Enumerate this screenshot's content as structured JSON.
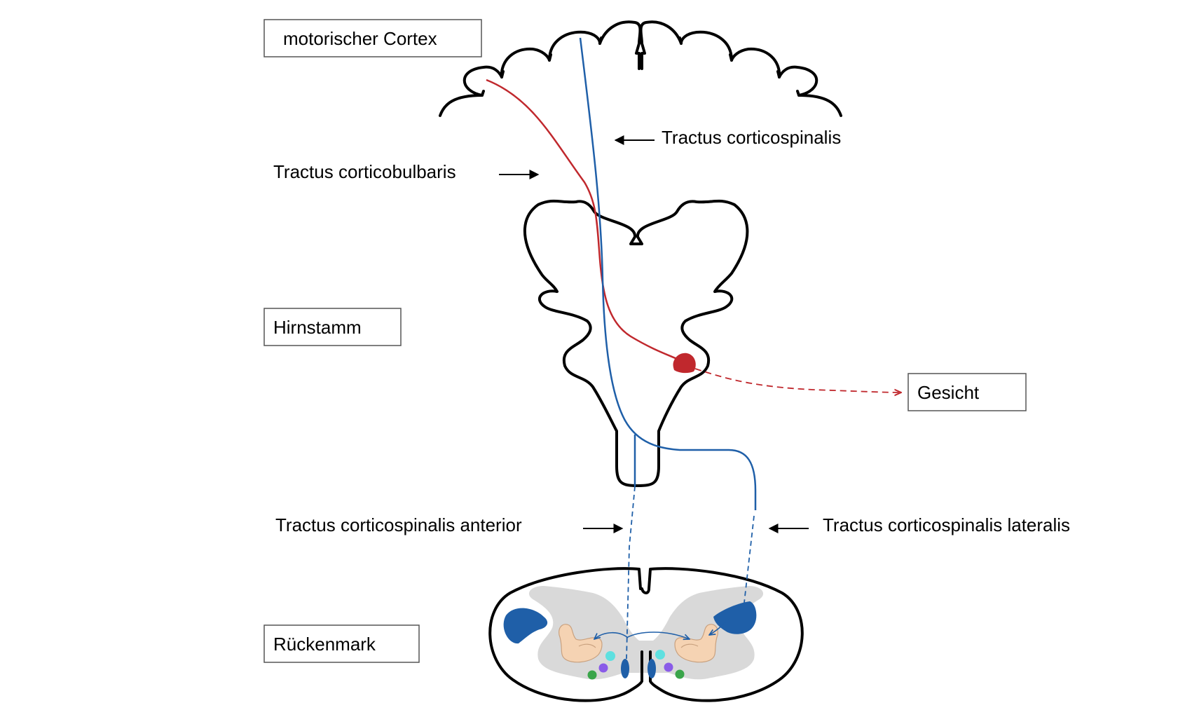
{
  "labels": {
    "motor_cortex": "motorischer Cortex",
    "brainstem": "Hirnstamm",
    "spinal_cord": "Rückenmark",
    "face": "Gesicht",
    "corticospinal": "Tractus corticospinalis",
    "corticobulbar": "Tractus corticobulbaris",
    "anterior": "Tractus corticospinalis anterior",
    "lateral": "Tractus corticospinalis lateralis"
  },
  "icons": {
    "muscle_left": "flexed-biceps-icon",
    "muscle_right": "flexed-biceps-icon"
  },
  "colors": {
    "corticospinal_tract": "#1f5fa8",
    "corticobulbar_tract": "#c0282d",
    "grey_matter": "#d9d9d9",
    "nucleus_cyan": "#5ee0e0",
    "nucleus_purple": "#8a5be8",
    "nucleus_green": "#3aa54a",
    "muscle_skin": "#f5d3b3"
  }
}
